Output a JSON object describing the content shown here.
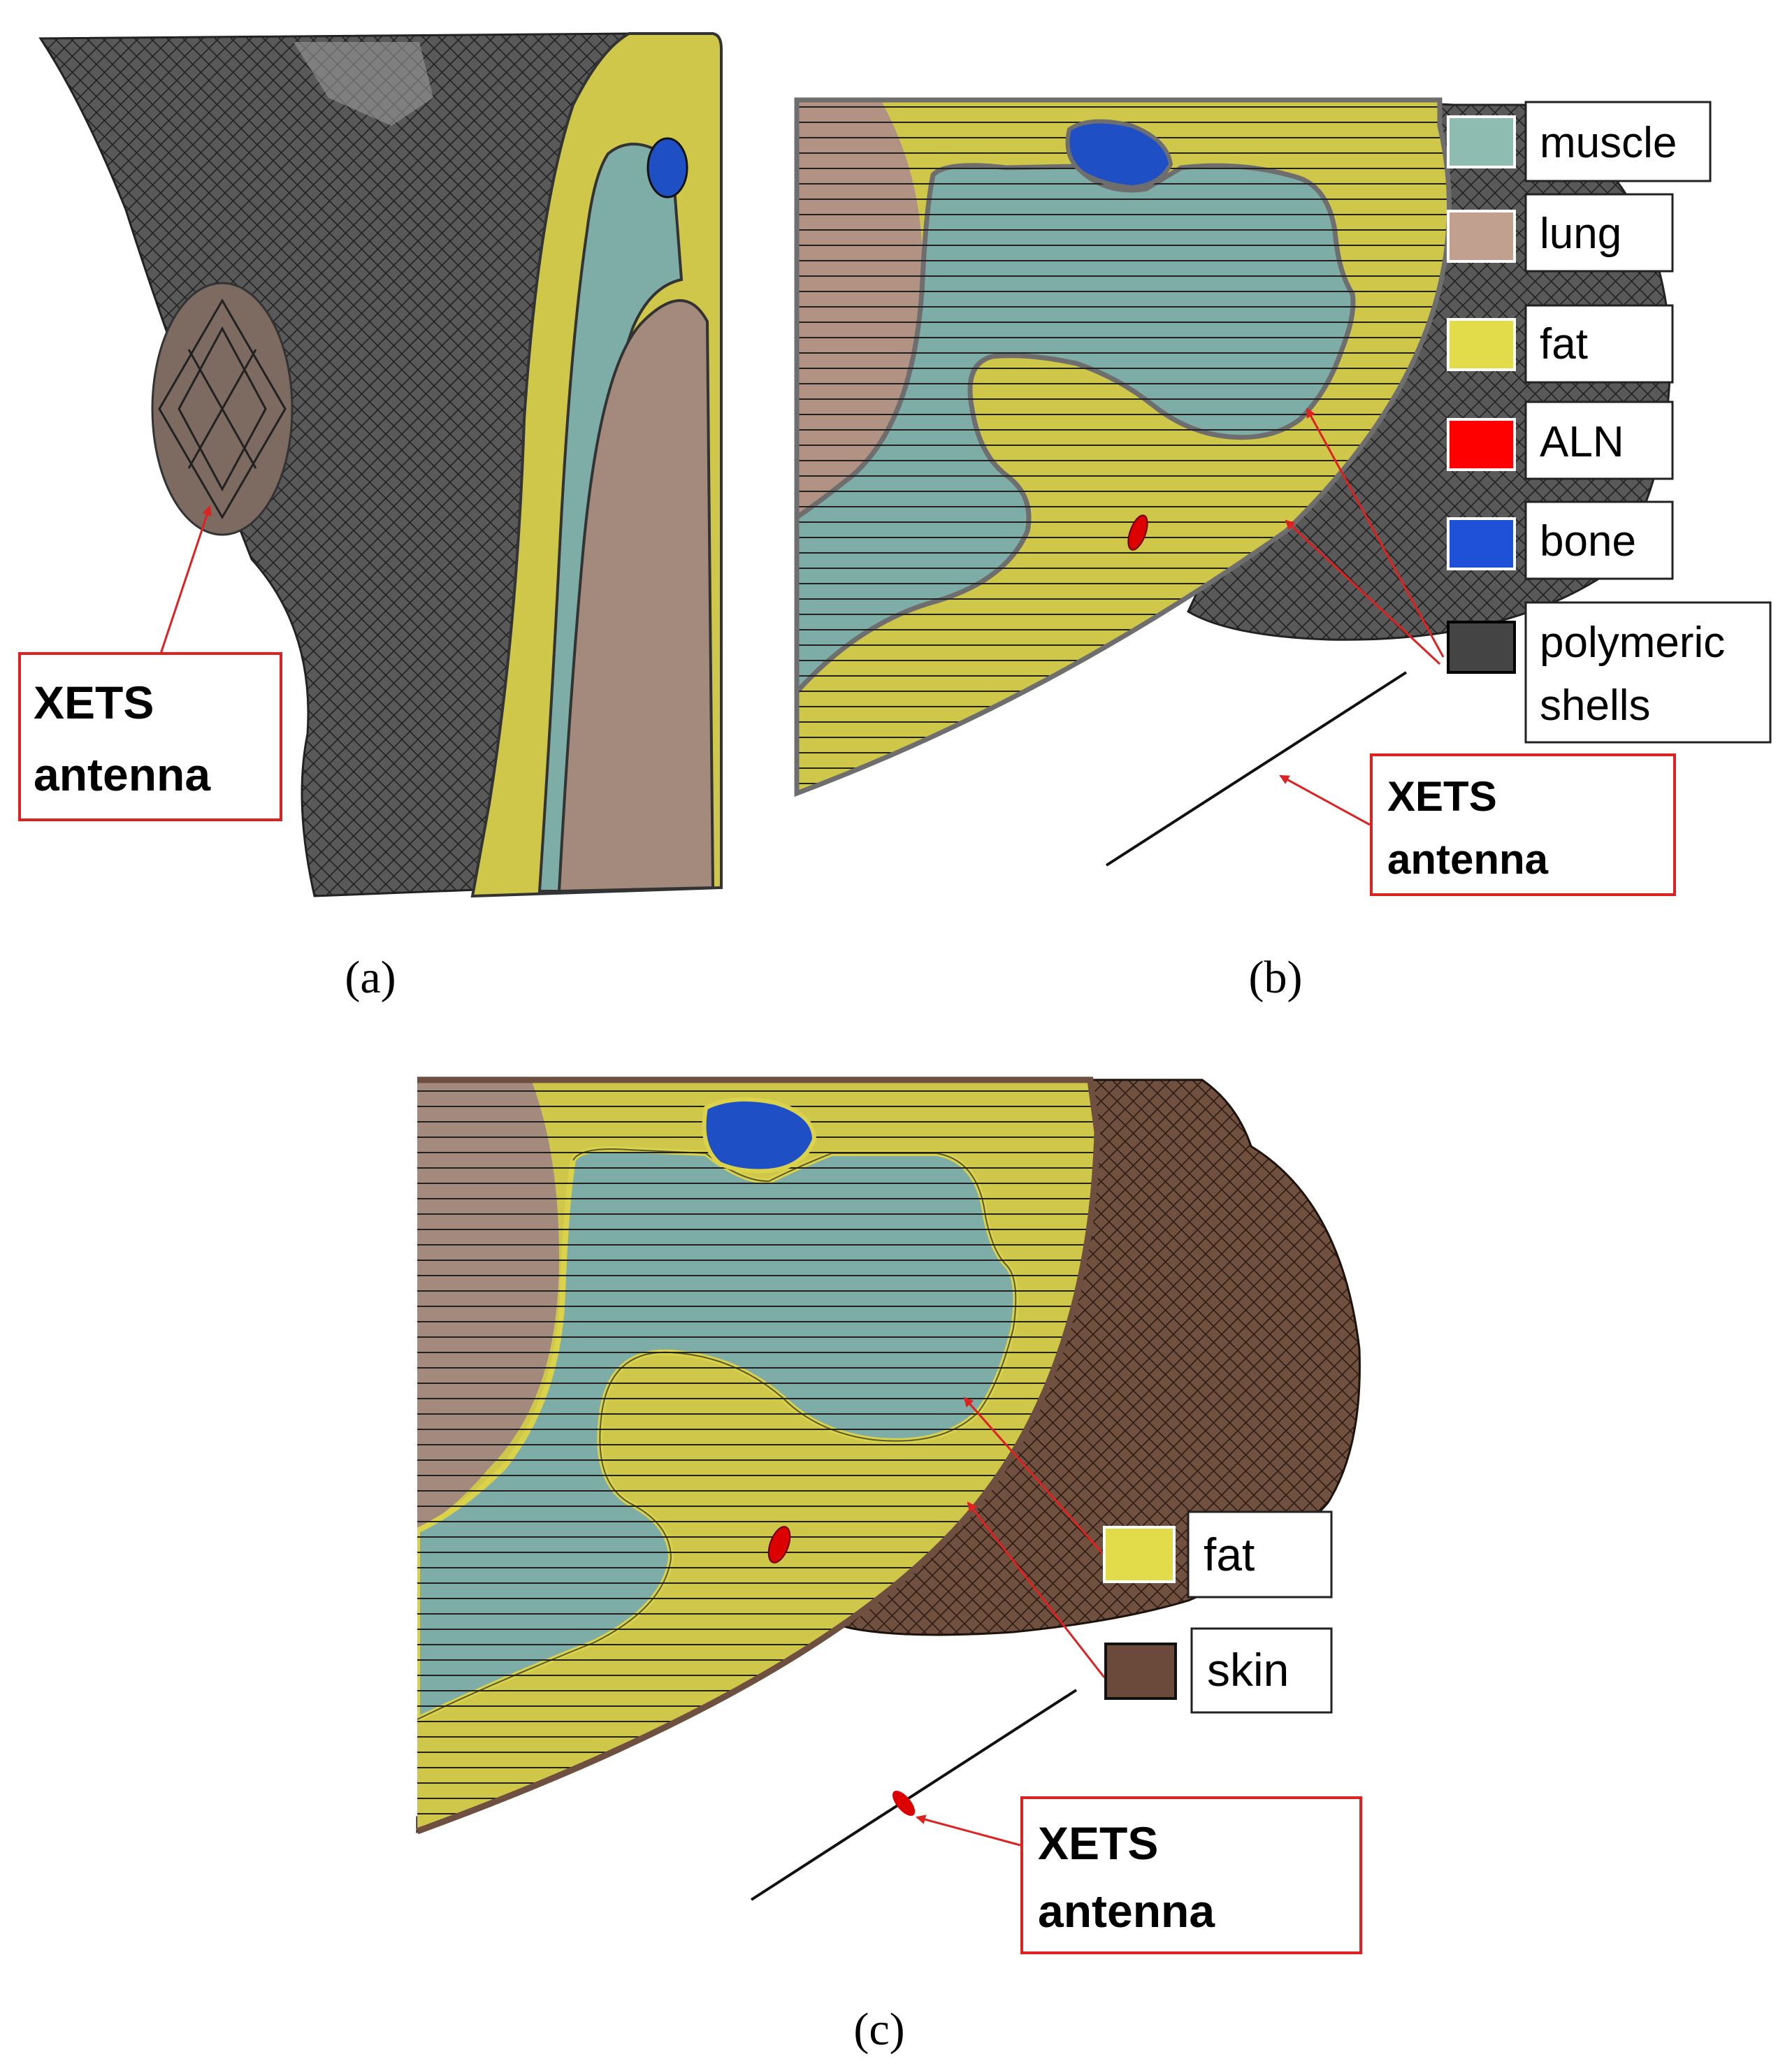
{
  "panels": {
    "a": {
      "caption": "(a)",
      "callout": [
        "XETS",
        "antenna"
      ]
    },
    "b": {
      "caption": "(b)",
      "callout": [
        "XETS",
        "antenna"
      ],
      "legend": [
        {
          "label": "muscle",
          "color": "#8ebcb0"
        },
        {
          "label": "lung",
          "color": "#c2a090"
        },
        {
          "label": "fat",
          "color": "#e2dc4a"
        },
        {
          "label": "ALN",
          "color": "#ff0000"
        },
        {
          "label": "bone",
          "color": "#1e50d8"
        },
        {
          "label": "polymeric",
          "label2": "shells",
          "color": "#444444"
        }
      ]
    },
    "c": {
      "caption": "(c)",
      "callout": [
        "XETS",
        "antenna"
      ],
      "legend": [
        {
          "label": "fat",
          "color": "#e2dc4a"
        },
        {
          "label": "skin",
          "color": "#6b4a3c"
        }
      ]
    }
  },
  "colors": {
    "mesh": "#5a5a5a",
    "fat": "#cfc74a",
    "muscle": "#7eaca6",
    "lung": "#a48a7c",
    "lung_light": "#b29282",
    "bone": "#1f4fc4",
    "aln": "#dd0000",
    "shell": "#6e6e6e",
    "skin": "#6e4f40",
    "callout_red": "#dd2222"
  }
}
